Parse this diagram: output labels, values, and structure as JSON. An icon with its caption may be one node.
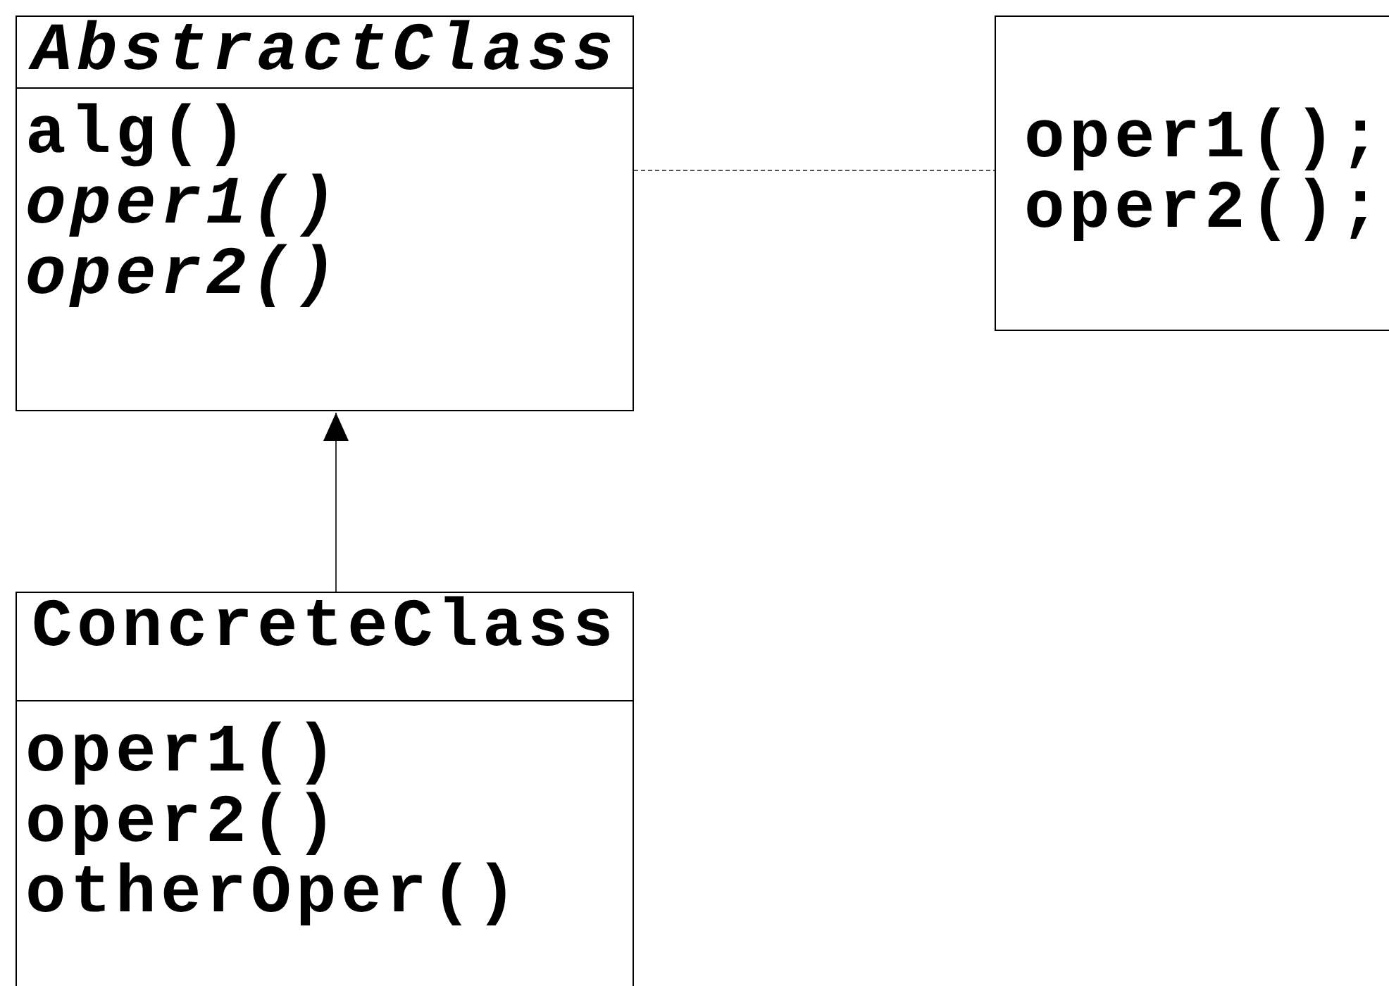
{
  "diagram": {
    "nodes": [
      {
        "text": [
          "*AbstractClass*",
          "alg()",
          "*oper1()*",
          "*oper2()*"
        ]
      },
      {
        "text": [
          "oper1();",
          "oper2();"
        ]
      },
      {
        "text": [
          "ConcreteClass",
          "oper1()",
          "oper2()",
          "otherOper()"
        ]
      }
    ],
    "edges": [
      {
        "from": 0,
        "to": 1,
        "arrow": "none",
        "style": "dashed"
      },
      {
        "from": 2,
        "to": 0,
        "arrow": "to"
      }
    ]
  }
}
